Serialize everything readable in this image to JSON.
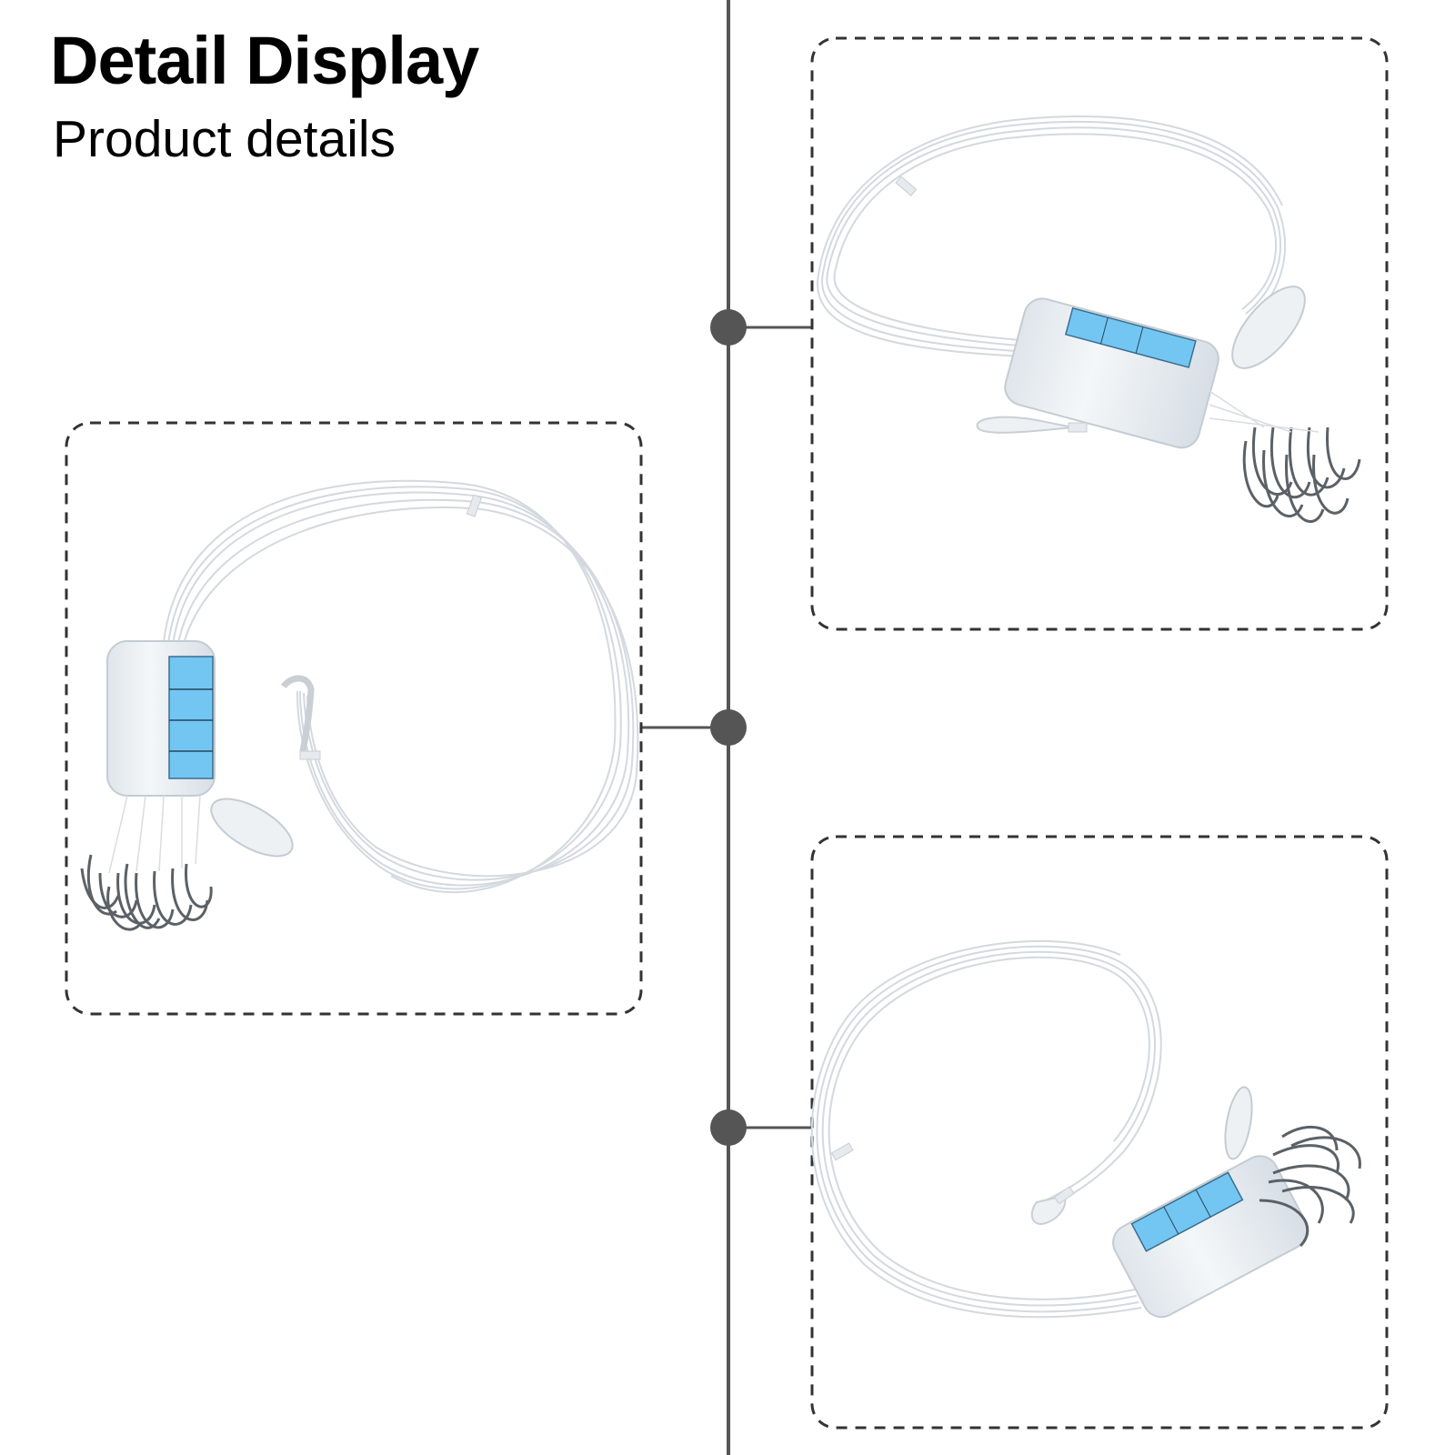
{
  "header": {
    "title": "Detail Display",
    "subtitle": "Product details"
  },
  "colors": {
    "timeline": "#555555",
    "frame": "#333333",
    "line": "#d6dce2",
    "label": "#74c6f2",
    "hook": "#555b60",
    "tube": "#e8edf2"
  },
  "panels": [
    {
      "name": "panel-left-product-photo",
      "subject": "fishing line with hooks in tube"
    },
    {
      "name": "panel-top-right-product-photo",
      "subject": "fishing line with hooks in tube"
    },
    {
      "name": "panel-bottom-right-product-photo",
      "subject": "fishing line with hooks in tube"
    }
  ]
}
